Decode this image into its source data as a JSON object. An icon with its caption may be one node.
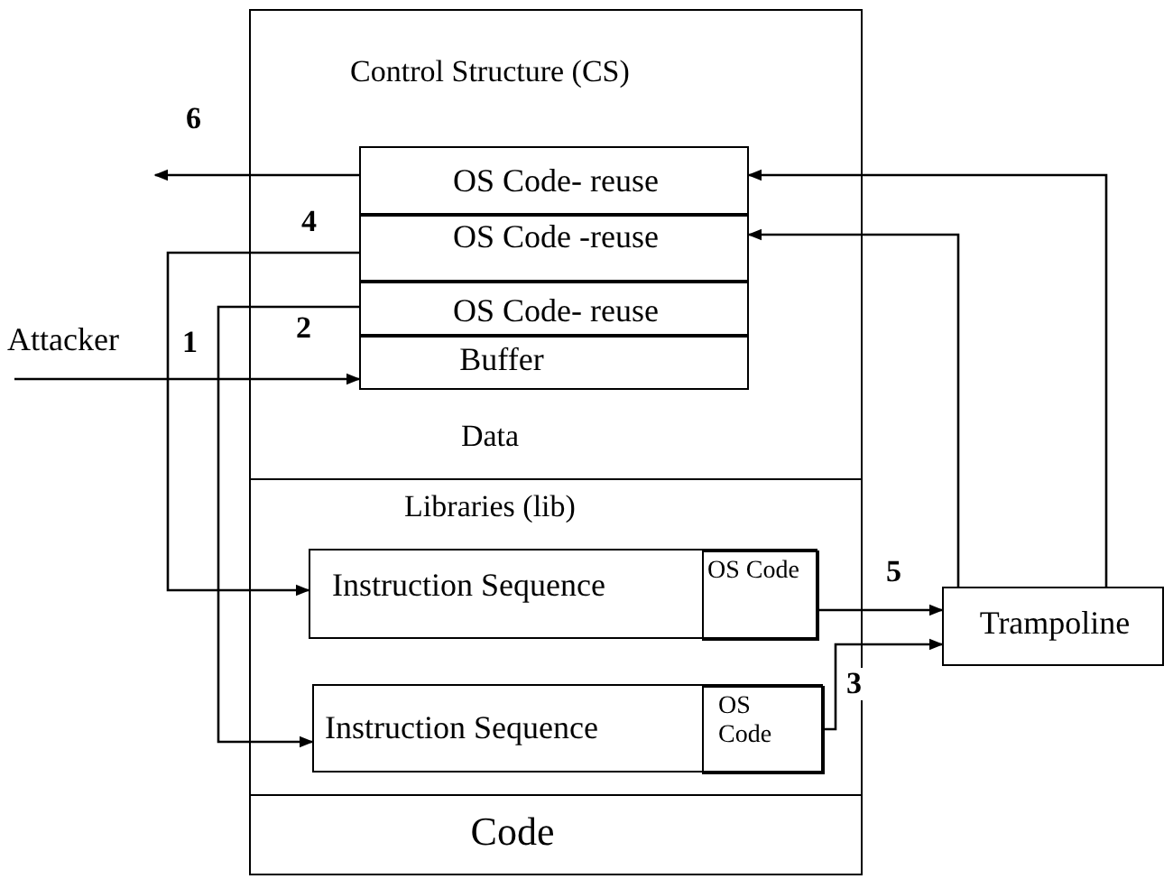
{
  "diagram": {
    "nodes": [
      {
        "text": [
          "Control Structure (CS)",
          "Data"
        ]
      },
      {
        "text": [
          "OS Code- reuse"
        ],
        "in": 0
      },
      {
        "text": [
          "OS Code -reuse"
        ],
        "in": 0
      },
      {
        "text": [
          "OS Code- reuse"
        ],
        "in": 0
      },
      {
        "text": [
          "Buffer"
        ],
        "in": 0
      },
      {
        "text": [
          "Libraries (lib)"
        ]
      },
      {
        "text": [
          "Instruction Sequence"
        ],
        "in": 5
      },
      {
        "text": [
          "OS Code"
        ],
        "in": 6
      },
      {
        "text": [
          "Instruction Sequence"
        ],
        "in": 5
      },
      {
        "text": [
          "OS Code"
        ],
        "in": 8
      },
      {
        "text": [
          "Code"
        ]
      },
      {
        "text": [
          "Trampoline"
        ]
      },
      {
        "text": [
          "Attacker"
        ]
      }
    ],
    "edges": [
      {
        "from": 12,
        "to": 4,
        "arrow": "to",
        "label": "1"
      },
      {
        "from": 3,
        "to": 8,
        "arrow": "to",
        "label": "2"
      },
      {
        "from": 9,
        "to": 11,
        "arrow": "to",
        "label": "3"
      },
      {
        "from": 2,
        "to": 6,
        "arrow": "to",
        "label": "4"
      },
      {
        "from": 7,
        "to": 11,
        "arrow": "to",
        "label": "5"
      },
      {
        "from": 11,
        "to": 2,
        "arrow": "to"
      },
      {
        "from": 11,
        "to": 1,
        "arrow": "to"
      },
      {
        "from": 1,
        "to": null,
        "arrow": "to",
        "label": "6"
      }
    ]
  }
}
